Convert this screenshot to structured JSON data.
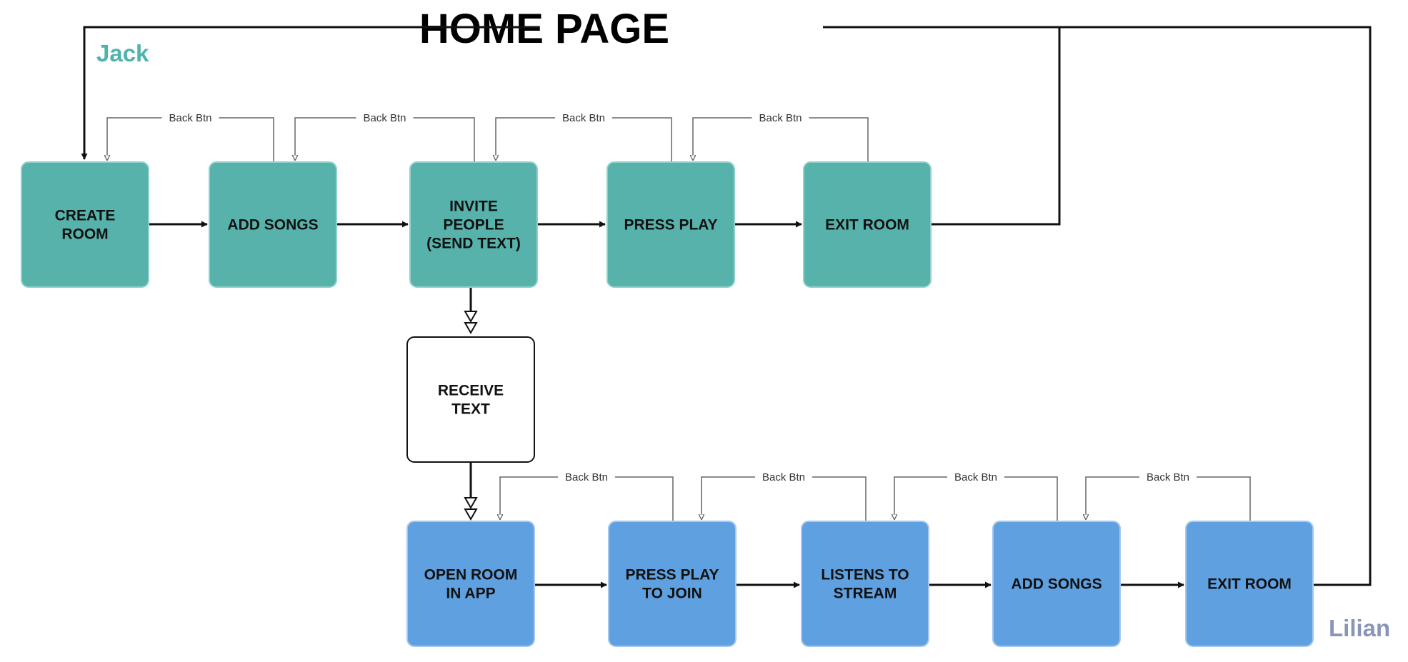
{
  "title": "HOME PAGE",
  "personas": {
    "jack": {
      "name": "Jack",
      "color": "#4fb3ad"
    },
    "lilian": {
      "name": "Lilian",
      "color": "#8a95b8"
    }
  },
  "back_label": "Back Btn",
  "colors": {
    "jack_box": "#56b2aa",
    "lilian_box": "#5fa0e0",
    "neutral_box": "#ffffff"
  },
  "jack_flow": [
    {
      "lines": [
        "CREATE",
        "ROOM"
      ]
    },
    {
      "lines": [
        "ADD SONGS"
      ]
    },
    {
      "lines": [
        "INVITE",
        "PEOPLE",
        "(SEND TEXT)"
      ]
    },
    {
      "lines": [
        "PRESS PLAY"
      ]
    },
    {
      "lines": [
        "EXIT ROOM"
      ]
    }
  ],
  "receive_step": {
    "lines": [
      "RECEIVE",
      "TEXT"
    ]
  },
  "lilian_flow": [
    {
      "lines": [
        "OPEN ROOM",
        "IN APP"
      ]
    },
    {
      "lines": [
        "PRESS PLAY",
        "TO JOIN"
      ]
    },
    {
      "lines": [
        "LISTENS TO",
        "STREAM"
      ]
    },
    {
      "lines": [
        "ADD SONGS"
      ]
    },
    {
      "lines": [
        "EXIT ROOM"
      ]
    }
  ]
}
